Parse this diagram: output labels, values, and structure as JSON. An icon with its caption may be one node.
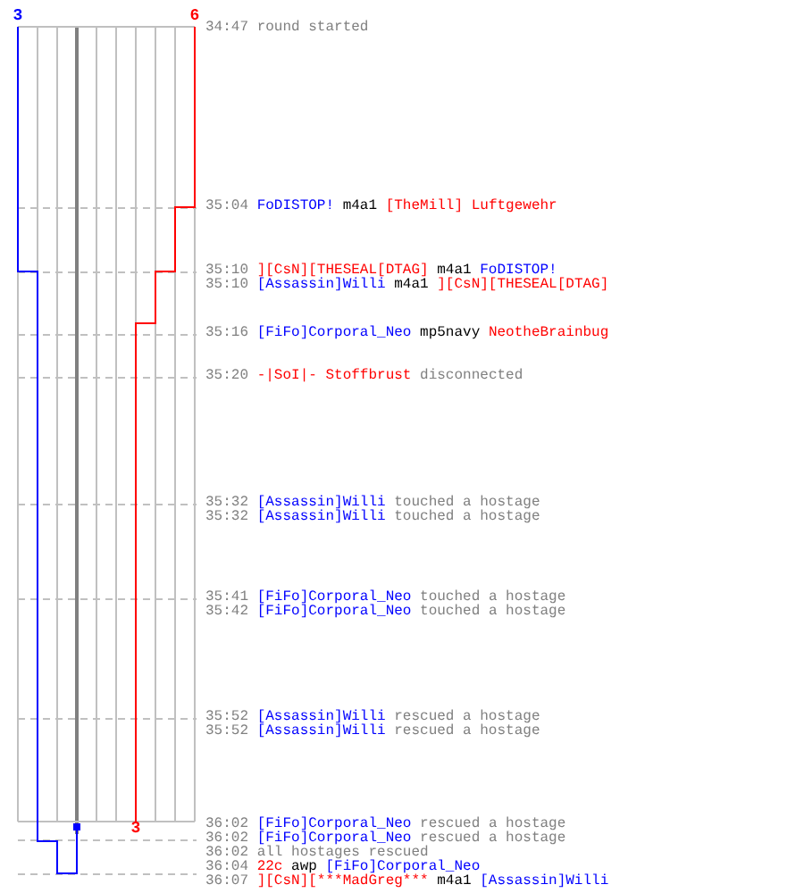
{
  "diagram": {
    "labels": [
      "3",
      "6",
      "34:47",
      "round started",
      "35:04",
      "FoDISTOP!",
      "m4a1",
      "[TheMill] Luftgewehr",
      "35:10",
      "][CsN][THESEAL[DTAG]",
      "m4a1",
      "FoDISTOP!",
      "35:10",
      "[Assassin]Willi",
      "m4a1",
      "][CsN][THESEAL[DTAG]",
      "35:16",
      "[FiFo]Corporal_Neo",
      "mp5navy",
      "NeotheBrainbug",
      "35:20",
      "-|SoI|- Stoffbrust",
      "disconnected",
      "35:32",
      "[Assassin]Willi",
      "touched a hostage",
      "35:32",
      "[Assassin]Willi",
      "touched a hostage",
      "35:41",
      "[FiFo]Corporal_Neo",
      "touched a hostage",
      "35:42",
      "[FiFo]Corporal_Neo",
      "touched a hostage",
      "35:52",
      "[Assassin]Willi",
      "rescued a hostage",
      "35:52",
      "[Assassin]Willi",
      "rescued a hostage",
      "36:02",
      "[FiFo]Corporal_Neo",
      "rescued a hostage",
      "36:02",
      "[FiFo]Corporal_Neo",
      "rescued a hostage",
      "36:02",
      "all hostages rescued",
      "36:04",
      "22c",
      "awp",
      "[FiFo]Corporal_Neo",
      "36:07",
      "][CsN][***MadGreg***",
      "m4a1",
      "[Assassin]Willi",
      "3"
    ]
  }
}
